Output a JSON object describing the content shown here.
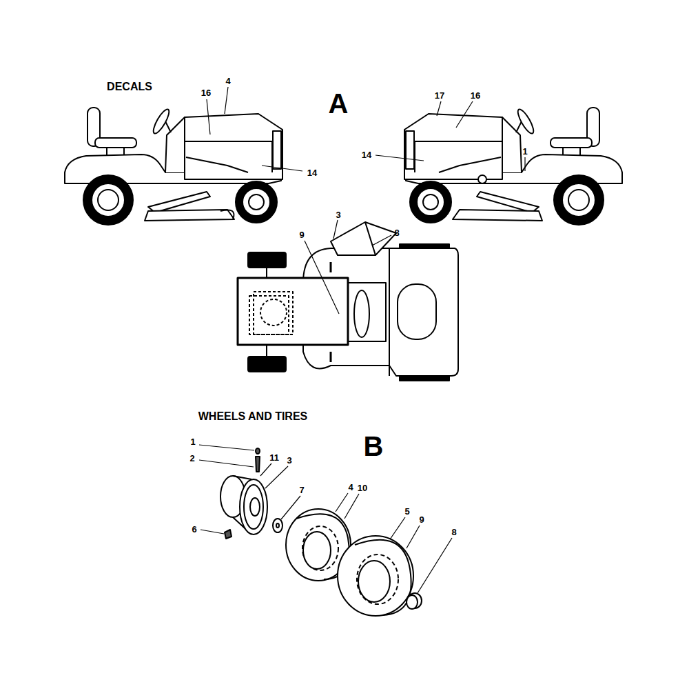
{
  "diagram": {
    "labels": [
      "DECALS",
      "A",
      "16",
      "4",
      "14",
      "17",
      "16",
      "14",
      "1",
      "3",
      "8",
      "9",
      "WHEELS AND TIRES",
      "B",
      "1",
      "2",
      "11",
      "3",
      "6",
      "7",
      "4",
      "10",
      "5",
      "9",
      "8"
    ]
  }
}
